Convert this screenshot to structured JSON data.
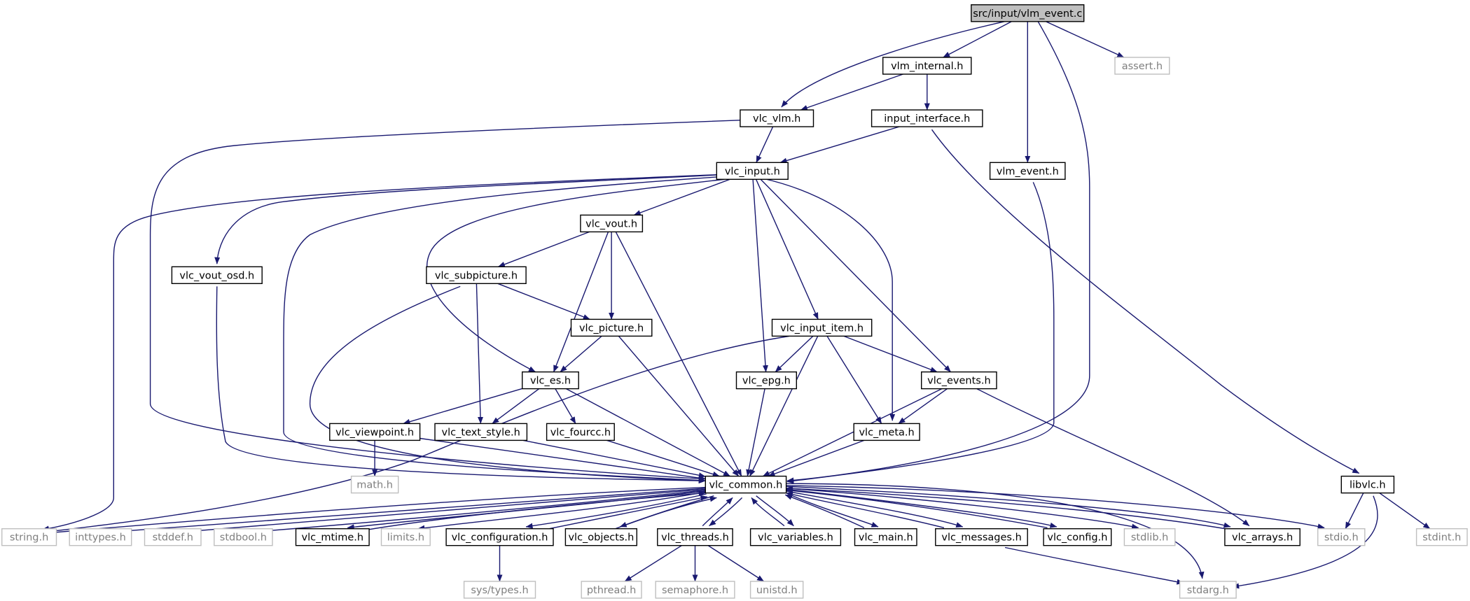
{
  "diagram": {
    "kind": "include-dependency-graph",
    "colors": {
      "edge": "#191970",
      "node_border": "#000000",
      "external_border": "#bfbfbf",
      "external_text": "#7f7f7f",
      "root_fill": "#bfbfbf",
      "text": "#000000"
    },
    "nodes": [
      {
        "id": "root",
        "label": "src/input/vlm_event.c",
        "style": "root"
      },
      {
        "id": "vlm_internal",
        "label": "vlm_internal.h",
        "style": "internal"
      },
      {
        "id": "assert",
        "label": "assert.h",
        "style": "external"
      },
      {
        "id": "vlc_vlm",
        "label": "vlc_vlm.h",
        "style": "internal"
      },
      {
        "id": "input_interface",
        "label": "input_interface.h",
        "style": "internal"
      },
      {
        "id": "vlc_input",
        "label": "vlc_input.h",
        "style": "internal"
      },
      {
        "id": "vlm_event",
        "label": "vlm_event.h",
        "style": "internal"
      },
      {
        "id": "vlc_vout",
        "label": "vlc_vout.h",
        "style": "internal"
      },
      {
        "id": "vlc_vout_osd",
        "label": "vlc_vout_osd.h",
        "style": "internal"
      },
      {
        "id": "vlc_subpicture",
        "label": "vlc_subpicture.h",
        "style": "internal"
      },
      {
        "id": "vlc_picture",
        "label": "vlc_picture.h",
        "style": "internal"
      },
      {
        "id": "vlc_input_item",
        "label": "vlc_input_item.h",
        "style": "internal"
      },
      {
        "id": "vlc_es",
        "label": "vlc_es.h",
        "style": "internal"
      },
      {
        "id": "vlc_epg",
        "label": "vlc_epg.h",
        "style": "internal"
      },
      {
        "id": "vlc_events",
        "label": "vlc_events.h",
        "style": "internal"
      },
      {
        "id": "vlc_viewpoint",
        "label": "vlc_viewpoint.h",
        "style": "internal"
      },
      {
        "id": "vlc_text_style",
        "label": "vlc_text_style.h",
        "style": "internal"
      },
      {
        "id": "vlc_fourcc",
        "label": "vlc_fourcc.h",
        "style": "internal"
      },
      {
        "id": "vlc_meta",
        "label": "vlc_meta.h",
        "style": "internal"
      },
      {
        "id": "math",
        "label": "math.h",
        "style": "external"
      },
      {
        "id": "vlc_common",
        "label": "vlc_common.h",
        "style": "internal"
      },
      {
        "id": "libvlc",
        "label": "libvlc.h",
        "style": "internal"
      },
      {
        "id": "string",
        "label": "string.h",
        "style": "external"
      },
      {
        "id": "inttypes",
        "label": "inttypes.h",
        "style": "external"
      },
      {
        "id": "stddef",
        "label": "stddef.h",
        "style": "external"
      },
      {
        "id": "stdbool",
        "label": "stdbool.h",
        "style": "external"
      },
      {
        "id": "vlc_mtime",
        "label": "vlc_mtime.h",
        "style": "internal"
      },
      {
        "id": "limits",
        "label": "limits.h",
        "style": "external"
      },
      {
        "id": "vlc_configuration",
        "label": "vlc_configuration.h",
        "style": "internal"
      },
      {
        "id": "vlc_objects",
        "label": "vlc_objects.h",
        "style": "internal"
      },
      {
        "id": "vlc_threads",
        "label": "vlc_threads.h",
        "style": "internal"
      },
      {
        "id": "vlc_variables",
        "label": "vlc_variables.h",
        "style": "internal"
      },
      {
        "id": "vlc_main",
        "label": "vlc_main.h",
        "style": "internal"
      },
      {
        "id": "vlc_messages",
        "label": "vlc_messages.h",
        "style": "internal"
      },
      {
        "id": "vlc_config",
        "label": "vlc_config.h",
        "style": "internal"
      },
      {
        "id": "stdlib",
        "label": "stdlib.h",
        "style": "external"
      },
      {
        "id": "vlc_arrays",
        "label": "vlc_arrays.h",
        "style": "internal"
      },
      {
        "id": "stdio",
        "label": "stdio.h",
        "style": "external"
      },
      {
        "id": "stdint",
        "label": "stdint.h",
        "style": "external"
      },
      {
        "id": "sys_types",
        "label": "sys/types.h",
        "style": "external"
      },
      {
        "id": "pthread",
        "label": "pthread.h",
        "style": "external"
      },
      {
        "id": "semaphore",
        "label": "semaphore.h",
        "style": "external"
      },
      {
        "id": "unistd",
        "label": "unistd.h",
        "style": "external"
      },
      {
        "id": "stdarg",
        "label": "stdarg.h",
        "style": "external"
      }
    ],
    "edges": [
      {
        "from": "root",
        "to": "vlm_internal"
      },
      {
        "from": "root",
        "to": "vlc_vlm"
      },
      {
        "from": "root",
        "to": "assert"
      },
      {
        "from": "root",
        "to": "vlm_event"
      },
      {
        "from": "root",
        "to": "vlc_common"
      },
      {
        "from": "vlm_internal",
        "to": "vlc_vlm"
      },
      {
        "from": "vlm_internal",
        "to": "input_interface"
      },
      {
        "from": "vlc_vlm",
        "to": "vlc_input"
      },
      {
        "from": "vlc_vlm",
        "to": "vlc_common"
      },
      {
        "from": "input_interface",
        "to": "vlc_input"
      },
      {
        "from": "input_interface",
        "to": "libvlc"
      },
      {
        "from": "vlm_event",
        "to": "vlc_common"
      },
      {
        "from": "vlc_input",
        "to": "vlc_vout"
      },
      {
        "from": "vlc_input",
        "to": "vlc_vout_osd"
      },
      {
        "from": "vlc_input",
        "to": "string"
      },
      {
        "from": "vlc_input",
        "to": "vlc_common"
      },
      {
        "from": "vlc_input",
        "to": "vlc_es"
      },
      {
        "from": "vlc_input",
        "to": "vlc_epg"
      },
      {
        "from": "vlc_input",
        "to": "vlc_input_item"
      },
      {
        "from": "vlc_input",
        "to": "vlc_events"
      },
      {
        "from": "vlc_input",
        "to": "vlc_meta"
      },
      {
        "from": "vlc_vout",
        "to": "vlc_subpicture"
      },
      {
        "from": "vlc_vout",
        "to": "vlc_picture"
      },
      {
        "from": "vlc_vout",
        "to": "vlc_es"
      },
      {
        "from": "vlc_vout",
        "to": "vlc_common"
      },
      {
        "from": "vlc_vout_osd",
        "to": "vlc_common"
      },
      {
        "from": "vlc_subpicture",
        "to": "vlc_picture"
      },
      {
        "from": "vlc_subpicture",
        "to": "vlc_text_style"
      },
      {
        "from": "vlc_subpicture",
        "to": "vlc_common"
      },
      {
        "from": "vlc_picture",
        "to": "vlc_es"
      },
      {
        "from": "vlc_picture",
        "to": "vlc_common"
      },
      {
        "from": "vlc_input_item",
        "to": "vlc_epg"
      },
      {
        "from": "vlc_input_item",
        "to": "vlc_events"
      },
      {
        "from": "vlc_input_item",
        "to": "vlc_meta"
      },
      {
        "from": "vlc_input_item",
        "to": "vlc_common"
      },
      {
        "from": "vlc_input_item",
        "to": "string"
      },
      {
        "from": "vlc_es",
        "to": "vlc_viewpoint"
      },
      {
        "from": "vlc_es",
        "to": "vlc_text_style"
      },
      {
        "from": "vlc_es",
        "to": "vlc_fourcc"
      },
      {
        "from": "vlc_es",
        "to": "vlc_common"
      },
      {
        "from": "vlc_epg",
        "to": "vlc_common"
      },
      {
        "from": "vlc_events",
        "to": "vlc_meta"
      },
      {
        "from": "vlc_events",
        "to": "vlc_common"
      },
      {
        "from": "vlc_events",
        "to": "vlc_arrays"
      },
      {
        "from": "vlc_viewpoint",
        "to": "math"
      },
      {
        "from": "vlc_viewpoint",
        "to": "vlc_common"
      },
      {
        "from": "vlc_text_style",
        "to": "vlc_common"
      },
      {
        "from": "vlc_fourcc",
        "to": "vlc_common"
      },
      {
        "from": "vlc_meta",
        "to": "vlc_common"
      },
      {
        "from": "vlc_common",
        "to": "string"
      },
      {
        "from": "vlc_common",
        "to": "inttypes"
      },
      {
        "from": "vlc_common",
        "to": "stddef"
      },
      {
        "from": "vlc_common",
        "to": "stdbool"
      },
      {
        "from": "vlc_common",
        "to": "vlc_mtime"
      },
      {
        "from": "vlc_common",
        "to": "limits"
      },
      {
        "from": "vlc_common",
        "to": "vlc_configuration"
      },
      {
        "from": "vlc_common",
        "to": "vlc_objects"
      },
      {
        "from": "vlc_common",
        "to": "vlc_threads"
      },
      {
        "from": "vlc_common",
        "to": "vlc_variables"
      },
      {
        "from": "vlc_common",
        "to": "vlc_main"
      },
      {
        "from": "vlc_common",
        "to": "vlc_messages"
      },
      {
        "from": "vlc_common",
        "to": "vlc_config"
      },
      {
        "from": "vlc_common",
        "to": "stdlib"
      },
      {
        "from": "vlc_common",
        "to": "vlc_arrays"
      },
      {
        "from": "vlc_common",
        "to": "stdio"
      },
      {
        "from": "vlc_common",
        "to": "stdarg"
      },
      {
        "from": "vlc_mtime",
        "to": "vlc_common"
      },
      {
        "from": "vlc_configuration",
        "to": "vlc_common"
      },
      {
        "from": "vlc_configuration",
        "to": "sys_types"
      },
      {
        "from": "vlc_objects",
        "to": "vlc_common"
      },
      {
        "from": "vlc_threads",
        "to": "vlc_common"
      },
      {
        "from": "vlc_threads",
        "to": "pthread"
      },
      {
        "from": "vlc_threads",
        "to": "semaphore"
      },
      {
        "from": "vlc_threads",
        "to": "unistd"
      },
      {
        "from": "vlc_variables",
        "to": "vlc_common"
      },
      {
        "from": "vlc_main",
        "to": "vlc_common"
      },
      {
        "from": "vlc_messages",
        "to": "vlc_common"
      },
      {
        "from": "vlc_messages",
        "to": "stdarg"
      },
      {
        "from": "vlc_config",
        "to": "vlc_common"
      },
      {
        "from": "vlc_arrays",
        "to": "vlc_common"
      },
      {
        "from": "libvlc",
        "to": "stdio"
      },
      {
        "from": "libvlc",
        "to": "stdint"
      },
      {
        "from": "libvlc",
        "to": "stdarg"
      }
    ]
  }
}
